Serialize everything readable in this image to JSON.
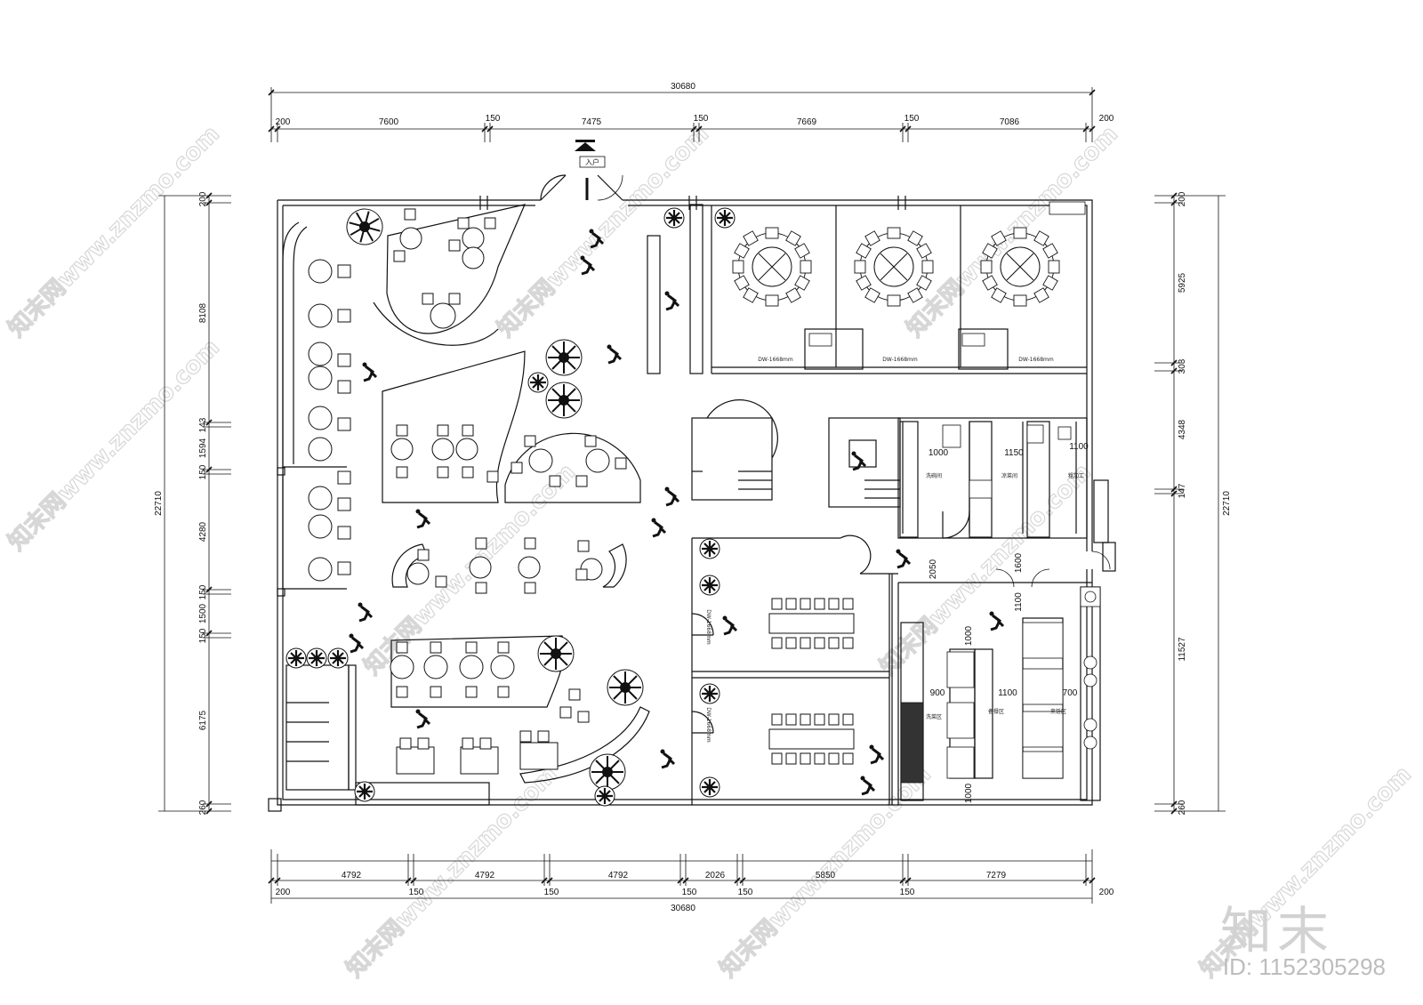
{
  "dimensions": {
    "top_total": "30680",
    "top_segments": [
      "200",
      "7600",
      "150",
      "7475",
      "150",
      "7669",
      "150",
      "7086",
      "200"
    ],
    "bottom_segments_upper": [
      "4792",
      "4792",
      "4792",
      "2026",
      "5850",
      "7279"
    ],
    "bottom_segments_lower": [
      "200",
      "150",
      "150",
      "150",
      "150",
      "150",
      "200"
    ],
    "bottom_total": "30680",
    "left_total": "22710",
    "left_segments": [
      "200",
      "8108",
      "143",
      "1594",
      "150",
      "4280",
      "150",
      "1500",
      "150",
      "6175",
      "260"
    ],
    "right_total": "22710",
    "right_segments": [
      "200",
      "5925",
      "303",
      "4348",
      "147",
      "11527",
      "260"
    ]
  },
  "entrance_label": "入户",
  "door_labels": {
    "private_room_1": "DW-1668mm",
    "private_room_2": "DW-1668mm",
    "private_room_3": "DW-1668mm",
    "meeting_room_1": "DW-1668mm",
    "meeting_room_2": "DW-1668mm"
  },
  "kitchen_dims": {
    "upper_1": "1000",
    "upper_2": "1150",
    "upper_3": "1100",
    "corridor_1": "2050",
    "corridor_2": "1600",
    "lower_1": "1100",
    "lower_2": "1000",
    "lower_3": "900",
    "lower_4": "1100",
    "lower_5": "700",
    "lower_6": "1000"
  },
  "room_labels": {
    "r1": "洗碗间",
    "r2": "凉菜间",
    "r3": "粗加工",
    "r4": "洗菜区",
    "r5": "备餐区",
    "r6": "烹饪区"
  },
  "watermark_text": "知末网www.znzmo.com",
  "brand": "知末",
  "image_id": "ID: 1152305298"
}
